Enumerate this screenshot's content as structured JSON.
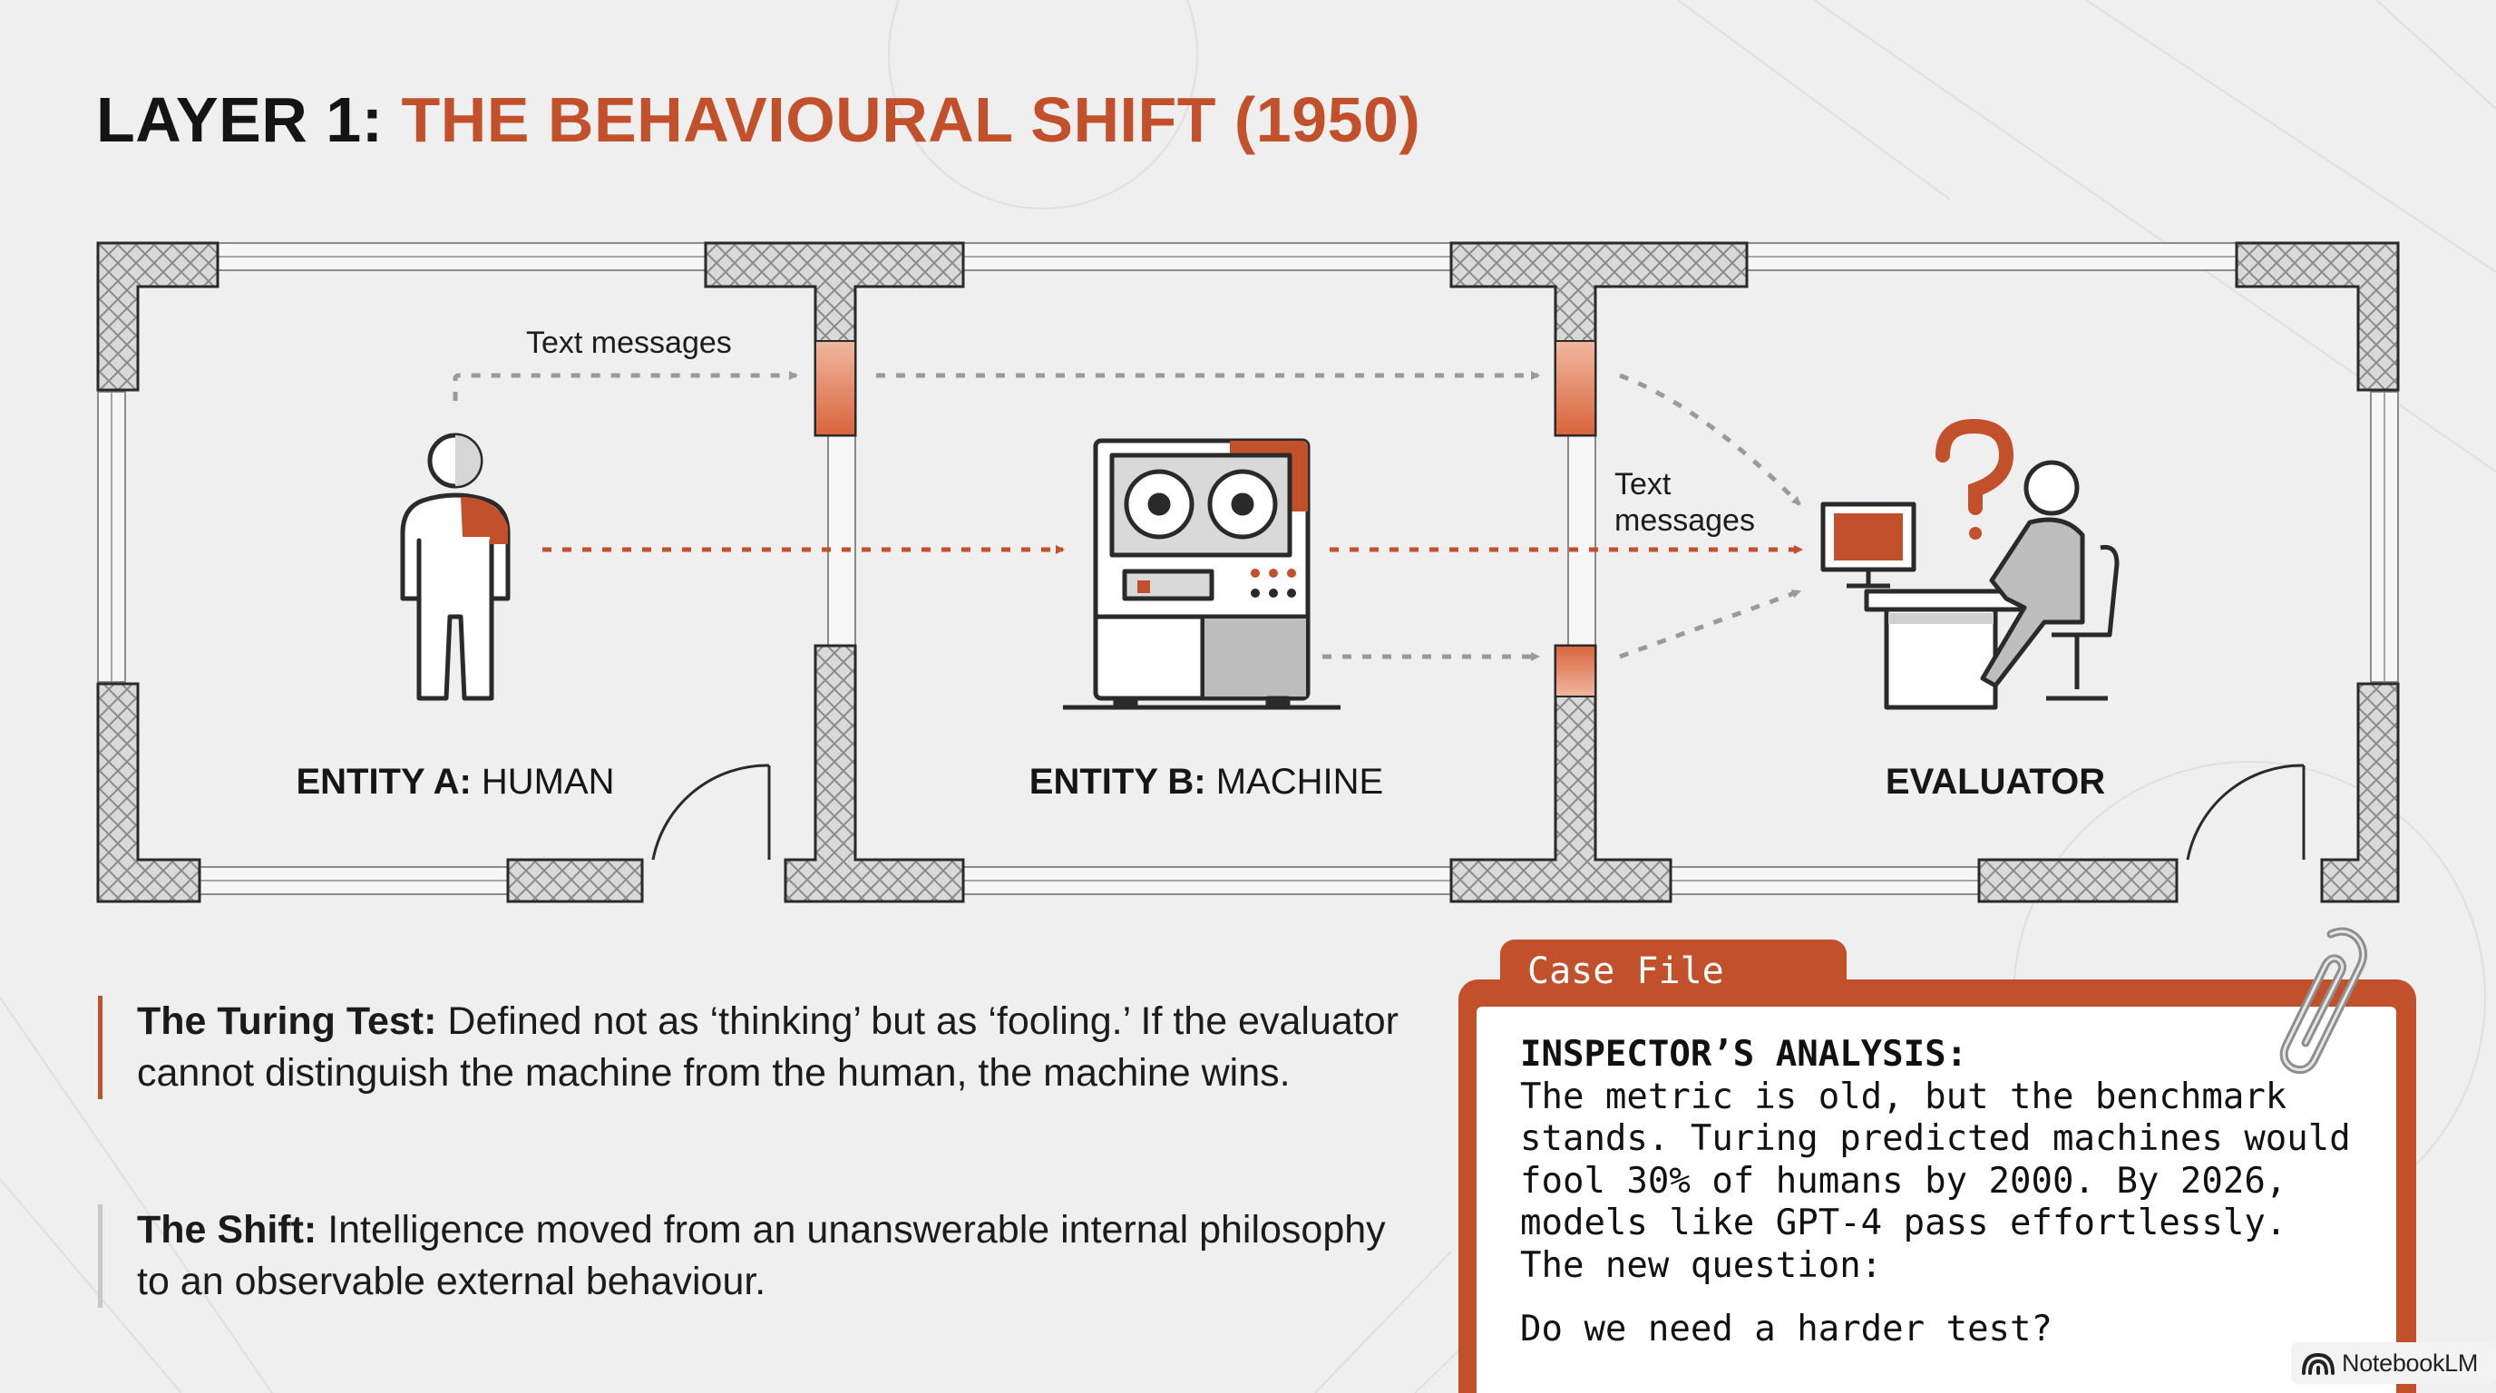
{
  "title": {
    "prefix": "LAYER 1:",
    "highlight": "THE BEHAVIOURAL SHIFT (1950)"
  },
  "rooms": [
    {
      "label_bold": "ENTITY A:",
      "label_rest": " HUMAN"
    },
    {
      "label_bold": "ENTITY B:",
      "label_rest": " MACHINE"
    },
    {
      "label_bold": "EVALUATOR",
      "label_rest": ""
    }
  ],
  "arrow_labels": {
    "top": "Text messages",
    "right_line1": "Text",
    "right_line2": "messages"
  },
  "notes": [
    {
      "bold": "The Turing Test:",
      "text": " Defined not as ‘thinking’ but as ‘fooling.’ If the evaluator cannot distinguish the machine from the human, the machine wins."
    },
    {
      "bold": "The Shift:",
      "text": " Intelligence moved from an unanswerable internal philosophy to an observable external behaviour."
    }
  ],
  "case_file": {
    "tab_label": "Case File",
    "heading": "INSPECTOR’S ANALYSIS:",
    "body": "The metric is old, but the benchmark stands. Turing predicted machines would fool 30% of humans by 2000. By 2026, models like GPT-4 pass effortlessly. The new question:",
    "question": "Do we need a harder test?"
  },
  "brand": {
    "name": "NotebookLM"
  },
  "colors": {
    "accent": "#c2502a",
    "wall_fill": "#d9d9d9",
    "line": "#2a2a2a",
    "arrow_gray": "#9a9a9a",
    "background": "#efefef"
  },
  "icons": [
    "person-icon",
    "reel-to-reel-computer-icon",
    "question-mark-icon",
    "evaluator-desk-icon",
    "paperclip-icon",
    "notebooklm-logo-icon"
  ]
}
